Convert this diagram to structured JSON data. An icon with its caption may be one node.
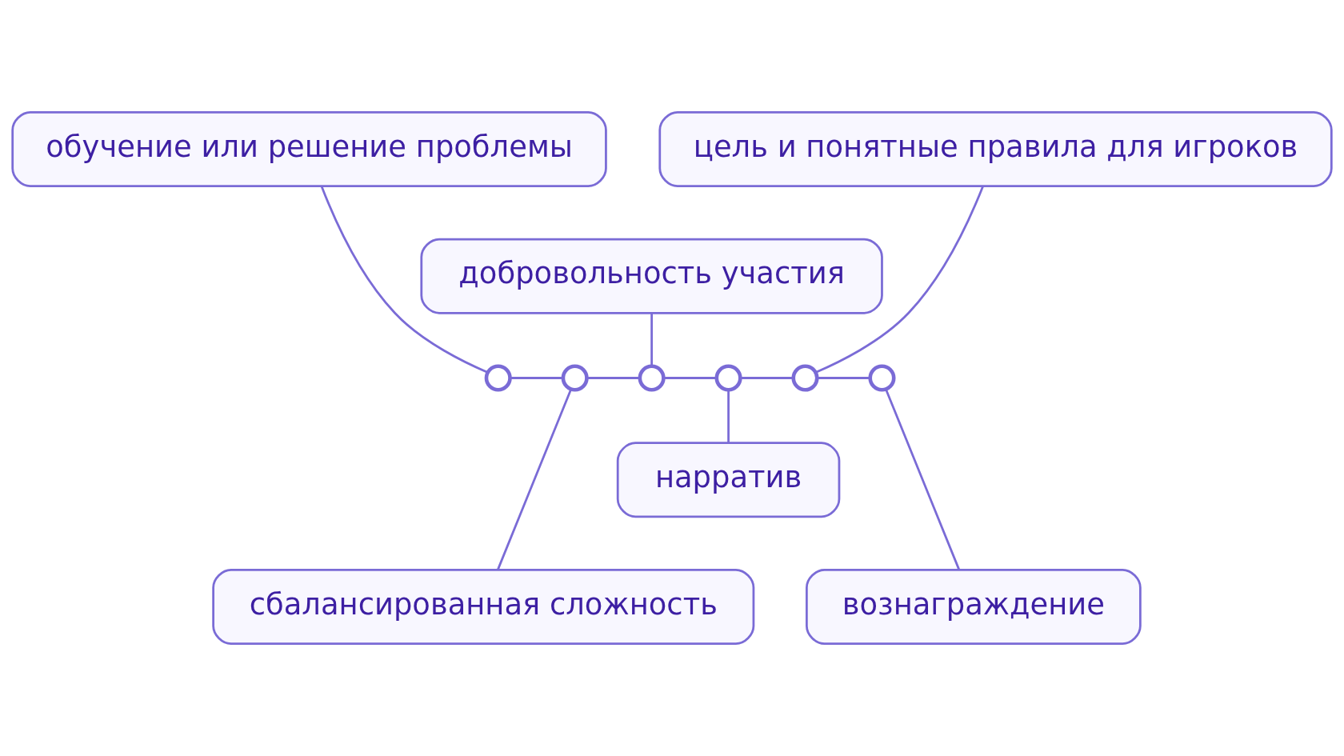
{
  "diagram": {
    "nodes": [
      {
        "text": [
          "обучение или решение проблемы"
        ]
      },
      {
        "text": [
          "цель и понятные правила для игроков"
        ]
      },
      {
        "text": [
          "добровольность участия"
        ]
      },
      {
        "text": [],
        "shape": "circle"
      },
      {
        "text": [],
        "shape": "circle"
      },
      {
        "text": [],
        "shape": "circle"
      },
      {
        "text": [],
        "shape": "circle"
      },
      {
        "text": [],
        "shape": "circle"
      },
      {
        "text": [],
        "shape": "circle"
      },
      {
        "text": [
          "нарратив"
        ]
      },
      {
        "text": [
          "сбалансированная сложность"
        ]
      },
      {
        "text": [
          "вознаграждение"
        ]
      }
    ],
    "edges": [
      {
        "from": 0,
        "to": 3,
        "arrow": "none"
      },
      {
        "from": 1,
        "to": 7,
        "arrow": "none"
      },
      {
        "from": 2,
        "to": 5,
        "arrow": "none"
      },
      {
        "from": 3,
        "to": 4,
        "arrow": "none"
      },
      {
        "from": 4,
        "to": 5,
        "arrow": "none"
      },
      {
        "from": 5,
        "to": 6,
        "arrow": "none"
      },
      {
        "from": 6,
        "to": 7,
        "arrow": "none"
      },
      {
        "from": 7,
        "to": 8,
        "arrow": "none"
      },
      {
        "from": 4,
        "to": 10,
        "arrow": "none"
      },
      {
        "from": 6,
        "to": 9,
        "arrow": "none"
      },
      {
        "from": 8,
        "to": 11,
        "arrow": "none"
      }
    ]
  }
}
